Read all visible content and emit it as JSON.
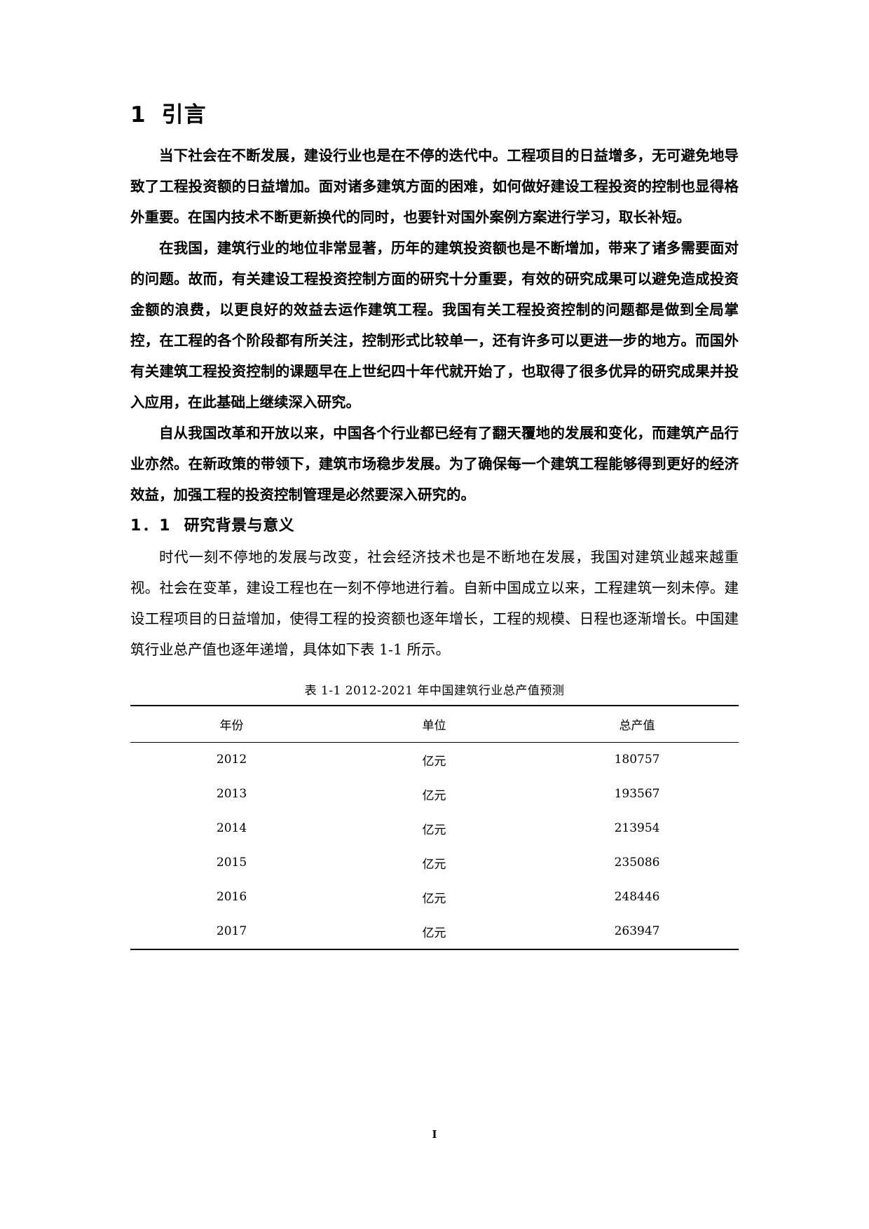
{
  "document": {
    "page_number": "I"
  },
  "heading1": {
    "number": "1",
    "title": "引言"
  },
  "intro": {
    "p1": "当下社会在不断发展，建设行业也是在不停的迭代中。工程项目的日益增多，无可避免地导致了工程投资额的日益增加。面对诸多建筑方面的困难，如何做好建设工程投资的控制也显得格外重要。在国内技术不断更新换代的同时，也要针对国外案例方案进行学习，取长补短。",
    "p2": "在我国，建筑行业的地位非常显著，历年的建筑投资额也是不断增加，带来了诸多需要面对的问题。故而，有关建设工程投资控制方面的研究十分重要，有效的研究成果可以避免造成投资金额的浪费，以更良好的效益去运作建筑工程。我国有关工程投资控制的问题都是做到全局掌控，在工程的各个阶段都有所关注，控制形式比较单一，还有许多可以更进一步的地方。而国外有关建筑工程投资控制的课题早在上世纪四十年代就开始了，也取得了很多优异的研究成果并投入应用，在此基础上继续深入研究。",
    "p3": "自从我国改革和开放以来，中国各个行业都已经有了翻天覆地的发展和变化，而建筑产品行业亦然。在新政策的带领下，建筑市场稳步发展。为了确保每一个建筑工程能够得到更好的经济效益，加强工程的投资控制管理是必然要深入研究的。"
  },
  "heading2": {
    "number": "1．1",
    "title": "研究背景与意义"
  },
  "section11": {
    "p1": "时代一刻不停地的发展与改变，社会经济技术也是不断地在发展，我国对建筑业越来越重视。社会在变革，建设工程也在一刻不停地进行着。自新中国成立以来，工程建筑一刻未停。建设工程项目的日益增加，使得工程的投资额也逐年增长，工程的规模、日程也逐渐增长。中国建筑行业总产值也逐年递增，具体如下表 1-1 所示。"
  },
  "table": {
    "caption": "表 1-1  2012-2021 年中国建筑行业总产值预测",
    "columns": [
      "年份",
      "单位",
      "总产值"
    ],
    "rows": [
      [
        "2012",
        "亿元",
        "180757"
      ],
      [
        "2013",
        "亿元",
        "193567"
      ],
      [
        "2014",
        "亿元",
        "213954"
      ],
      [
        "2015",
        "亿元",
        "235086"
      ],
      [
        "2016",
        "亿元",
        "248446"
      ],
      [
        "2017",
        "亿元",
        "263947"
      ]
    ]
  }
}
